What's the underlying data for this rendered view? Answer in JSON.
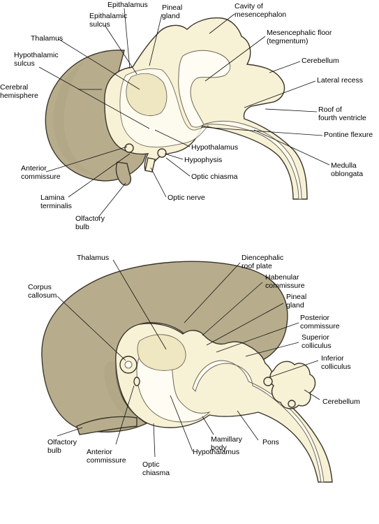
{
  "top": {
    "epithalamus": "Epithalamus",
    "epithalamic_sulcus": [
      "Epithalamic",
      "sulcus"
    ],
    "pineal_gland": [
      "Pineal",
      "gland"
    ],
    "cavity_mesencephalon": [
      "Cavity of",
      "mesencephalon"
    ],
    "thalamus": "Thalamus",
    "mesencephalic_floor": [
      "Mesencephalic floor",
      "(tegmentum)"
    ],
    "hypothalamic_sulcus": [
      "Hypothalamic",
      "sulcus"
    ],
    "cerebellum": "Cerebellum",
    "cerebral_hemisphere": [
      "Cerebral",
      "hemisphere"
    ],
    "lateral_recess": "Lateral recess",
    "roof_fourth_ventricle": [
      "Roof of",
      "fourth ventricle"
    ],
    "pontine_flexure": "Pontine flexure",
    "hypothalamus": "Hypothalamus",
    "hypophysis": "Hypophysis",
    "anterior_commissure": [
      "Anterior",
      "commissure"
    ],
    "optic_chiasma": "Optic chiasma",
    "medulla_oblongata": [
      "Medulla",
      "oblongata"
    ],
    "lamina_terminalis": [
      "Lamina",
      "terminalis"
    ],
    "optic_nerve": "Optic nerve",
    "olfactory_bulb": [
      "Olfactory",
      "bulb"
    ]
  },
  "bottom": {
    "thalamus": "Thalamus",
    "diencephalic_roof_plate": [
      "Diencephalic",
      "roof plate"
    ],
    "habenular_commissure": [
      "Habenular",
      "commissure"
    ],
    "corpus_callosum": [
      "Corpus",
      "callosum"
    ],
    "pineal_gland": [
      "Pineal",
      "gland"
    ],
    "posterior_commissure": [
      "Posterior",
      "commissure"
    ],
    "superior_colliculus": [
      "Superior",
      "colliculus"
    ],
    "inferior_colliculus": [
      "Inferior",
      "colliculus"
    ],
    "cerebellum": "Cerebellum",
    "mamillary_body": [
      "Mamillary",
      "body"
    ],
    "pons": "Pons",
    "olfactory_bulb": [
      "Olfactory",
      "bulb"
    ],
    "anterior_commissure": [
      "Anterior",
      "commissure"
    ],
    "optic_chiasma": [
      "Optic",
      "chiasma"
    ],
    "hypothalamus": "Hypothalamus"
  },
  "colors": {
    "hemisphere": "#b7ad8c",
    "brainstem": "#f7f1d6",
    "outline": "#3a352b"
  }
}
